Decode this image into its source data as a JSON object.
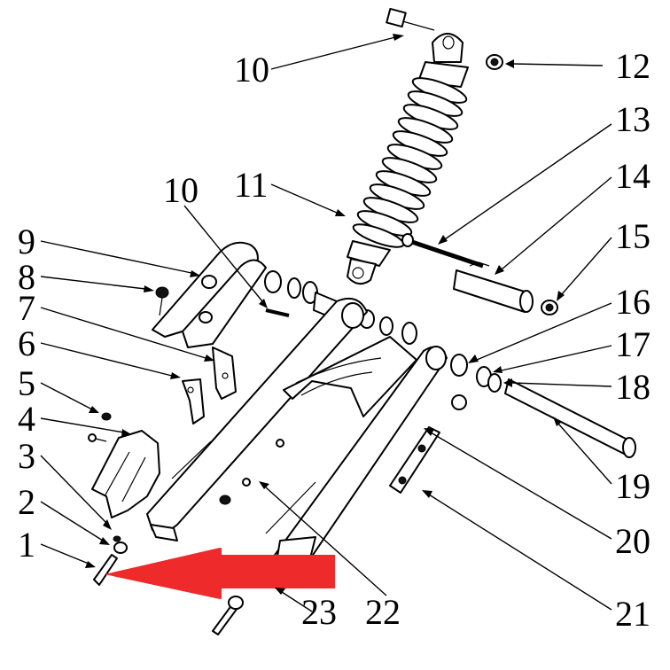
{
  "callouts": [
    "1",
    "2",
    "3",
    "4",
    "5",
    "6",
    "7",
    "8",
    "9",
    "10",
    "10",
    "11",
    "12",
    "13",
    "14",
    "15",
    "16",
    "17",
    "18",
    "19",
    "20",
    "21",
    "22",
    "23"
  ],
  "colors": {
    "arrow": "#ee2a2a",
    "ink": "#000000",
    "background": "#ffffff"
  }
}
